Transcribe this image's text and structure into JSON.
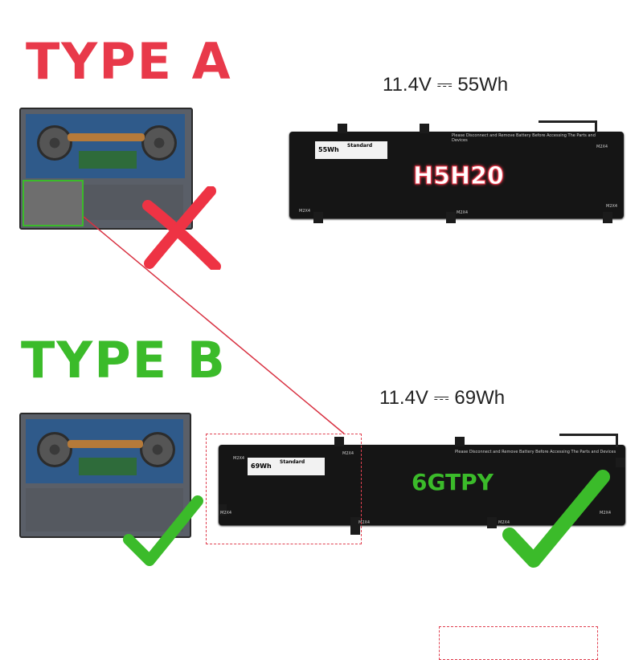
{
  "type_a": {
    "heading": "TYPE A",
    "heading_color": "#e8394a",
    "spec": "11.4V ⎓ 55Wh",
    "model": "H5H20",
    "model_color": "#e8394a",
    "capacity": "55Wh",
    "label_title": "Standard",
    "mark": "cross"
  },
  "type_b": {
    "heading": "TYPE B",
    "heading_color": "#3bbb2a",
    "spec": "11.4V ⎓ 69Wh",
    "model": "6GTPY",
    "model_color": "#3bbb2a",
    "capacity": "69Wh",
    "label_title": "Standard",
    "mark": "check"
  },
  "warning_text": "Please Disconnect and Remove Battery Before Accessing The Parts and Devices",
  "screw_label": "M2X4"
}
